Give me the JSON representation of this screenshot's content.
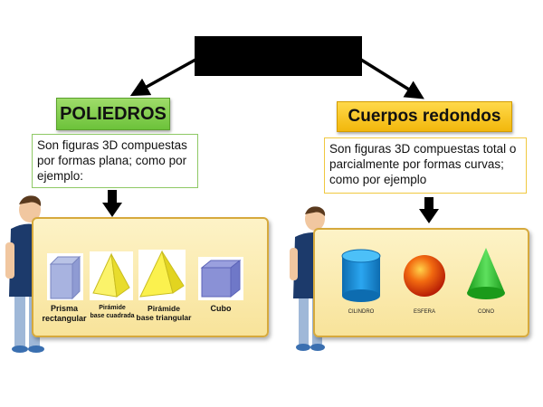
{
  "root": {
    "text": ""
  },
  "left": {
    "title": "POLIEDROS",
    "description_lines": [
      "Son figuras 3D compuestas",
      "por formas plana; como por",
      "ejemplo:"
    ],
    "shapes": [
      {
        "line1": "Prisma",
        "line2": "rectangular"
      },
      {
        "line1": "Pirámide",
        "line2": "base cuadrada"
      },
      {
        "line1": "Pirámide",
        "line2": "base triangular"
      },
      {
        "line1": "Cubo",
        "line2": ""
      }
    ]
  },
  "right": {
    "title": "Cuerpos redondos",
    "description_lines": [
      "Son figuras 3D compuestas total o",
      "parcialmente por formas curvas;",
      "como por ejemplo"
    ],
    "shapes": [
      {
        "label": "CILINDRO"
      },
      {
        "label": "ESFERA"
      },
      {
        "label": "CONO"
      }
    ]
  },
  "colors": {
    "green_title": "#6cc23a",
    "yellow_title": "#f2b70c",
    "panel_fill": "#f8e39a",
    "cylinder": "#1a8fd8",
    "sphere": "#e8420c",
    "cone": "#2fbf2f"
  }
}
